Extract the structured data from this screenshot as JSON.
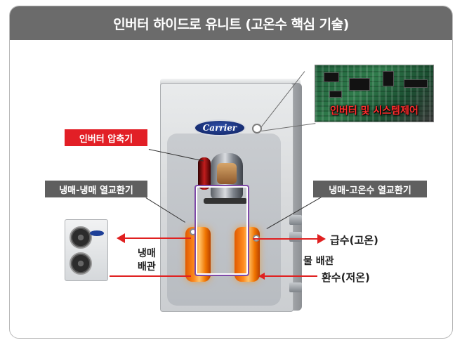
{
  "title": "인버터 하이드로 유니트 (고온수 핵심 기술)",
  "brand": "Carrier",
  "labels": {
    "inverter_compressor": "인버터 압축기",
    "inverter_system_control": "인버터 및 시스템제어",
    "refrigerant_hx": "냉매-냉매 열교환기",
    "water_hx": "냉매-고온수 열교환기",
    "refrigerant_pipe_line1": "냉매",
    "refrigerant_pipe_line2": "배관",
    "water_pipe": "물 배관",
    "supply_water": "급수(고온)",
    "return_water": "환수(저온)"
  },
  "colors": {
    "title_bg": "#6b6b6b",
    "accent_red": "#e21f26",
    "tag_gray": "#5f5f5f",
    "exchanger_orange": "#ff8a1e"
  },
  "icons": [
    "carrier-logo-icon",
    "pcb-photo-icon",
    "compressor-icon",
    "outdoor-unit-icon",
    "fan-icon"
  ]
}
